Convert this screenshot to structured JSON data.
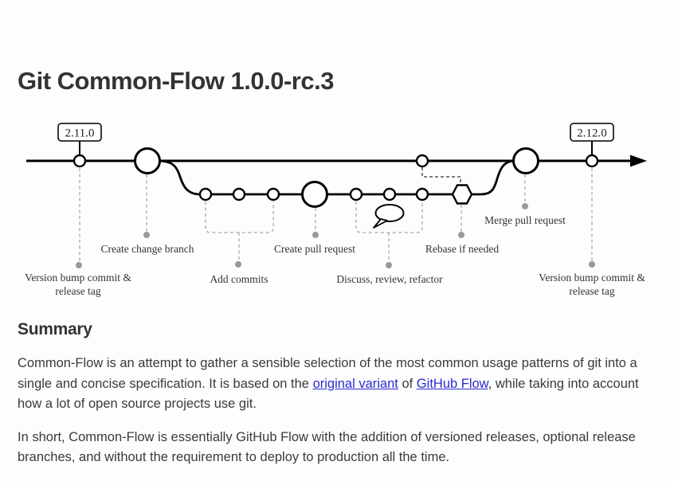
{
  "page": {
    "title": "Git Common-Flow 1.0.0-rc.3"
  },
  "diagram": {
    "tags": {
      "left": "2.11.0",
      "right": "2.12.0"
    },
    "labels": {
      "version_bump_left_line1": "Version bump commit &",
      "version_bump_left_line2": "release tag",
      "create_change_branch": "Create change branch",
      "add_commits": "Add commits",
      "create_pull_request": "Create pull request",
      "discuss_review_refactor": "Discuss, review, refactor",
      "rebase_if_needed": "Rebase if needed",
      "merge_pull_request": "Merge pull request",
      "version_bump_right_line1": "Version bump commit &",
      "version_bump_right_line2": "release tag"
    },
    "colors": {
      "line": "#000000",
      "dashed_gray": "#b3b3b3",
      "dot_gray": "#999999",
      "label_text": "#333333"
    }
  },
  "summary": {
    "heading": "Summary",
    "link_color": "#2a2ad2",
    "paragraphs": [
      {
        "segments": [
          {
            "text": "Common-Flow is an attempt to gather a sensible selection of the most common usage patterns of git into a single and concise specification. It is based on the "
          },
          {
            "text": "original variant",
            "link": true
          },
          {
            "text": " of "
          },
          {
            "text": "GitHub Flow",
            "link": true
          },
          {
            "text": ", while taking into account how a lot of open source projects use git."
          }
        ]
      },
      {
        "segments": [
          {
            "text": "In short, Common-Flow is essentially GitHub Flow with the addition of versioned releases, optional release branches, and without the requirement to deploy to production all the time."
          }
        ]
      }
    ]
  }
}
